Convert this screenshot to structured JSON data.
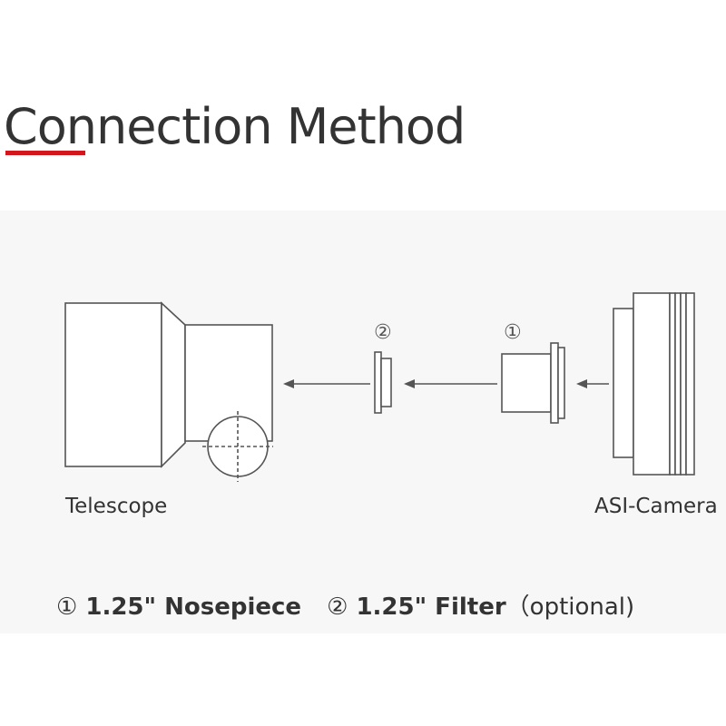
{
  "title": "Connection Method",
  "colors": {
    "accent_underline": "#d3151c",
    "panel_bg": "#f7f7f7",
    "line": "#555555"
  },
  "diagram": {
    "telescope_label": "Telescope",
    "camera_label": "ASI-Camera",
    "marker_1": "①",
    "marker_2": "②"
  },
  "legend": {
    "item1_symbol": "①",
    "item1_text": "1.25\" Nosepiece",
    "item2_symbol": "②",
    "item2_text": "1.25\" Filter",
    "item2_note": "（optional)"
  }
}
